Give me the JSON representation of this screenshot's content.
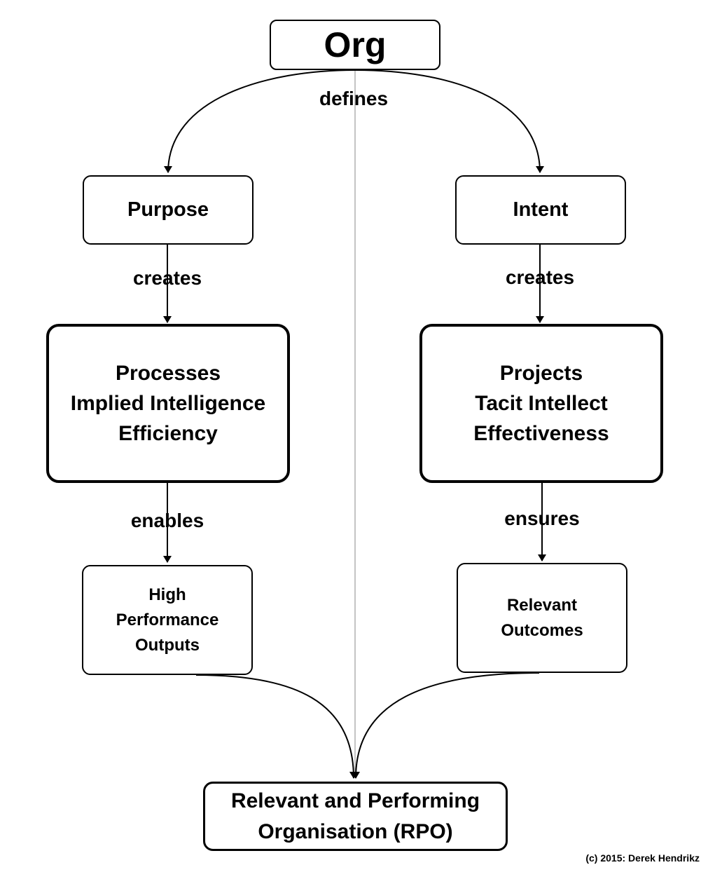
{
  "nodes": {
    "org": "Org",
    "purpose": "Purpose",
    "intent": "Intent",
    "processes": [
      "Processes",
      "Implied Intelligence",
      "Efficiency"
    ],
    "projects": [
      "Projects",
      "Tacit Intellect",
      "Effectiveness"
    ],
    "outputs": [
      "High",
      "Performance",
      "Outputs"
    ],
    "outcomes": [
      "Relevant",
      "Outcomes"
    ],
    "rpo": [
      "Relevant and Performing",
      "Organisation (RPO)"
    ]
  },
  "edges": {
    "defines": "defines",
    "creates_left": "creates",
    "creates_right": "creates",
    "enables": "enables",
    "ensures": "ensures"
  },
  "credit": "(c) 2015: Derek Hendrikz"
}
